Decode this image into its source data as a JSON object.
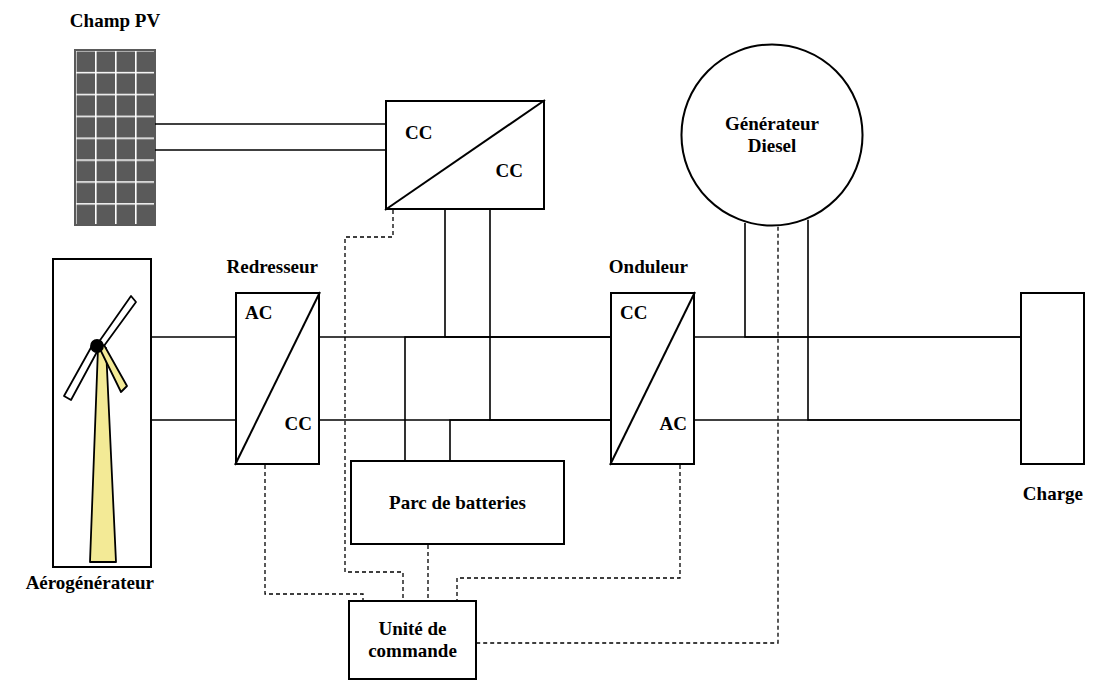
{
  "diagram": {
    "nodes": [
      {
        "text": [
          "Champ PV"
        ]
      },
      {
        "text": [
          "CC",
          "CC"
        ]
      },
      {
        "text": [
          "Générateur Diesel"
        ]
      },
      {
        "text": [
          "Redresseur",
          "AC",
          "CC"
        ]
      },
      {
        "text": [
          "Onduleur",
          "CC",
          "AC"
        ]
      },
      {
        "text": [
          "Aérogénérateur"
        ]
      },
      {
        "text": [
          "Parc de batteries"
        ]
      },
      {
        "text": [
          "Charge"
        ]
      },
      {
        "text": [
          "Unité de commande"
        ]
      }
    ],
    "edges": [
      {
        "from": 0,
        "to": 1,
        "arrow": "none"
      },
      {
        "from": 5,
        "to": 3,
        "arrow": "none"
      },
      {
        "from": 3,
        "to": 4,
        "arrow": "none"
      },
      {
        "from": 1,
        "to": 4,
        "arrow": "none"
      },
      {
        "from": 6,
        "to": 4,
        "arrow": "none"
      },
      {
        "from": 4,
        "to": 7,
        "arrow": "none"
      },
      {
        "from": 2,
        "to": 7,
        "arrow": "none"
      },
      {
        "from": 1,
        "to": 8,
        "arrow": "none"
      },
      {
        "from": 3,
        "to": 8,
        "arrow": "none"
      },
      {
        "from": 6,
        "to": 8,
        "arrow": "none"
      },
      {
        "from": 4,
        "to": 8,
        "arrow": "none"
      },
      {
        "from": 2,
        "to": 8,
        "arrow": "none"
      }
    ]
  }
}
